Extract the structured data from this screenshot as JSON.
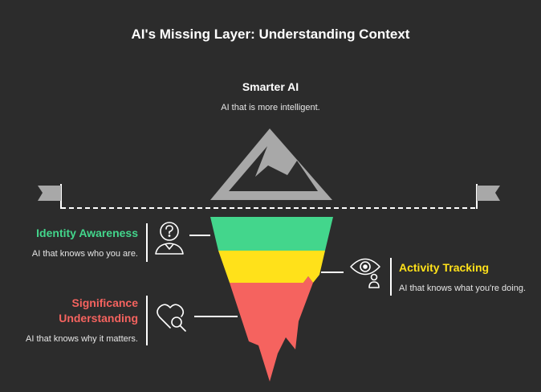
{
  "title": "AI's Missing Layer: Understanding Context",
  "top": {
    "title": "Smarter AI",
    "description": "AI that is more intelligent."
  },
  "layers": [
    {
      "title": "Identity Awareness",
      "description": "AI that knows who you are.",
      "color": "#43d68c",
      "icon": "person-question-icon"
    },
    {
      "title": "Activity Tracking",
      "description": "AI that knows what you're doing.",
      "color": "#ffe11a",
      "icon": "eye-person-icon"
    },
    {
      "title_line1": "Significance",
      "title_line2": "Understanding",
      "description": "AI that knows why it matters.",
      "color": "#f5635f",
      "icon": "heart-search-icon"
    }
  ],
  "colors": {
    "background": "#2c2c2c",
    "mountain": "#a8a8a8",
    "waterline": "#ffffff"
  }
}
